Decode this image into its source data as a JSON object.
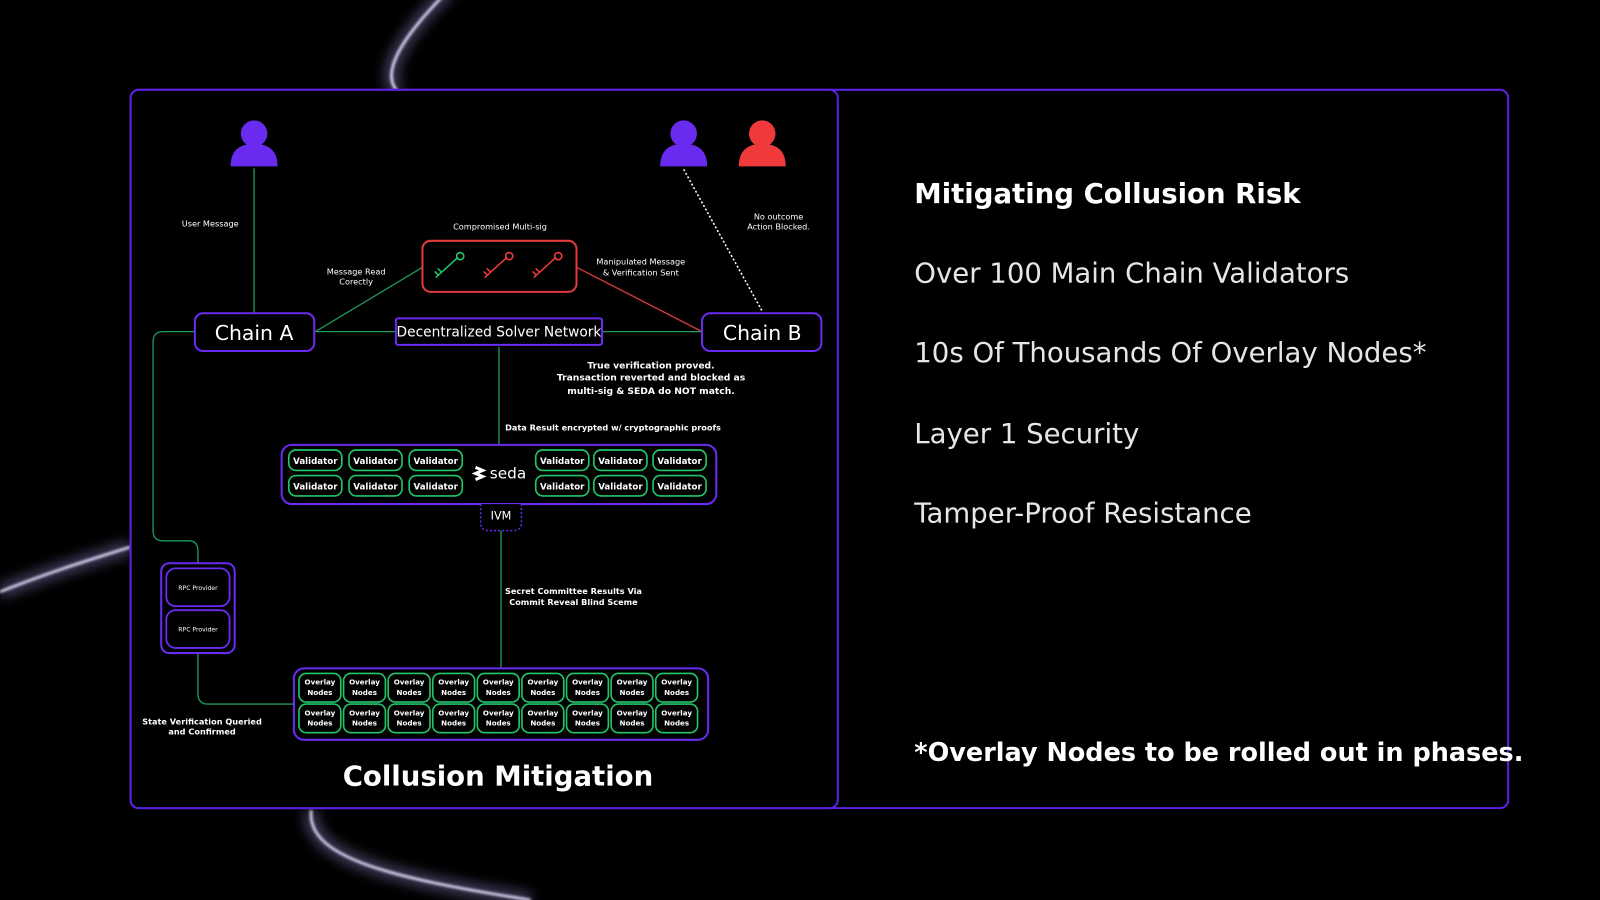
{
  "diagram": {
    "title": "Collusion Mitigation",
    "chain_a": "Chain A",
    "chain_b": "Chain B",
    "solver": "Decentralized Solver Network",
    "user_message": "User Message",
    "compromised": "Compromised Multi-sig",
    "message_read": [
      "Message Read",
      "Corectly"
    ],
    "manipulated": [
      "Manipulated Message",
      "& Verification Sent"
    ],
    "no_outcome": [
      "No outcome",
      "Action Blocked."
    ],
    "true_verification": [
      "True verification proved.",
      "Transaction reverted and blocked as",
      "multi-sig & SEDA do NOT match."
    ],
    "data_result": "Data Result encrypted w/ cryptographic proofs",
    "validator_label": "Validator",
    "seda_logo": "seda",
    "ivm": "IVM",
    "secret_committee": [
      "Secret Committee Results Via",
      "Commit Reveal Blind Sceme"
    ],
    "rpc_provider": "RPC Provider",
    "state_verification": [
      "State Verification Queried",
      "and Confirmed"
    ],
    "overlay_label": [
      "Overlay",
      "Nodes"
    ],
    "colors": {
      "purple": "#6a2bf0",
      "red": "#f0393a",
      "green": "#22c56a"
    }
  },
  "panel": {
    "heading": "Mitigating Collusion Risk",
    "points": [
      "Over 100 Main Chain Validators",
      "10s Of Thousands Of Overlay Nodes*",
      "Layer 1 Security",
      "Tamper-Proof Resistance"
    ],
    "footnote": "*Overlay Nodes to be rolled out in phases."
  }
}
